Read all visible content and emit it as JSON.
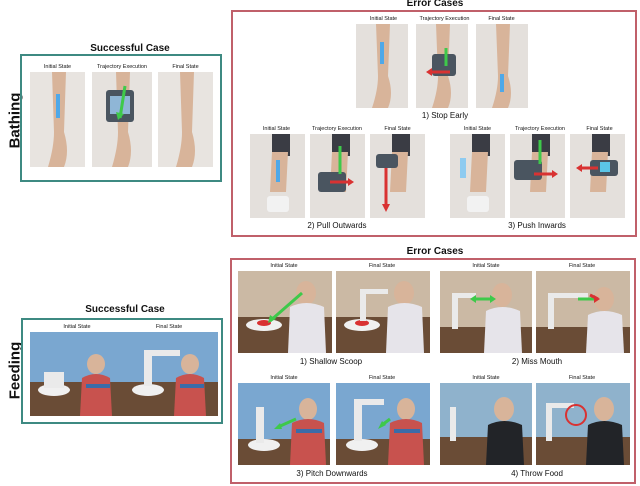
{
  "rows": {
    "bathing": "Bathing",
    "feeding": "Feeding"
  },
  "bathing": {
    "successful": {
      "title": "Successful Case",
      "labels": [
        "Initial State",
        "Trajectory Execution",
        "Final State"
      ]
    },
    "errors": {
      "title": "Error Cases",
      "cases": [
        {
          "caption": "1) Stop Early",
          "labels": [
            "Initial State",
            "Trajectory Execution",
            "Final State"
          ]
        },
        {
          "caption": "2) Pull Outwards",
          "labels": [
            "Initial State",
            "Trajectory Execution",
            "Final State"
          ]
        },
        {
          "caption": "3) Push Inwards",
          "labels": [
            "Initial State",
            "Trajectory Execution",
            "Final State"
          ]
        }
      ]
    }
  },
  "feeding": {
    "successful": {
      "title": "Successful Case",
      "labels": [
        "Initial State",
        "Final State"
      ]
    },
    "errors": {
      "title": "Error Cases",
      "cases": [
        {
          "caption": "1) Shallow Scoop",
          "labels": [
            "Initial State",
            "Final State"
          ]
        },
        {
          "caption": "2) Miss Mouth",
          "labels": [
            "Initial State",
            "Final State"
          ]
        },
        {
          "caption": "3) Pitch Downwards",
          "labels": [
            "Initial State",
            "Final State"
          ]
        },
        {
          "caption": "4) Throw Food",
          "labels": [
            "Initial State",
            "Final State"
          ]
        }
      ]
    }
  },
  "colors": {
    "teal": "#3e8a82",
    "red": "#c0606a",
    "green_arrow": "#3ec94a",
    "red_arrow": "#d93232",
    "blue_marker": "#4fa8e8"
  }
}
